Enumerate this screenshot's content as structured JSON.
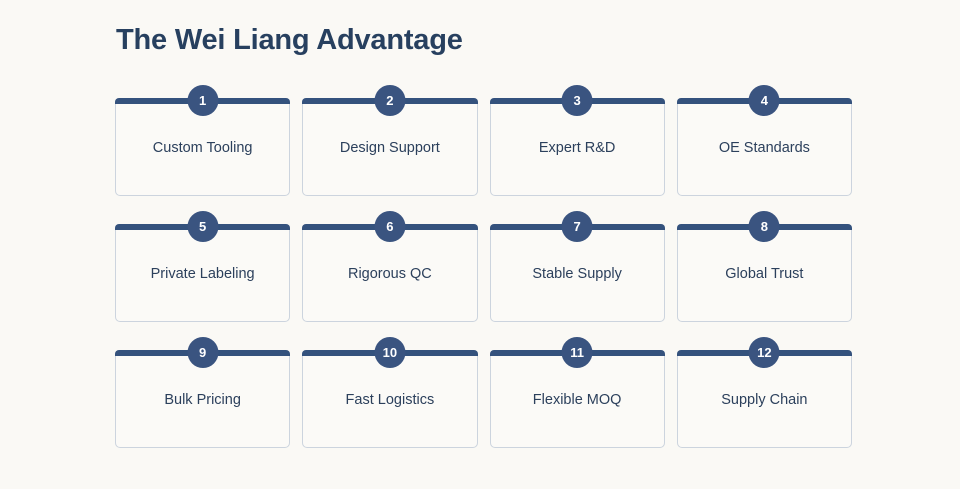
{
  "header": {
    "title": "The Wei Liang Advantage"
  },
  "theme": {
    "background": "#faf9f5",
    "accent_navy": "#34527d",
    "badge_fill": "#3a5480",
    "title_color": "#27405f",
    "label_color": "#2c405c",
    "card_border": "#ccd4de",
    "card_fill": "#fbfaf7"
  },
  "grid": {
    "columns": 4,
    "rows": 3,
    "cards": [
      {
        "number": "1",
        "label": "Custom Tooling"
      },
      {
        "number": "2",
        "label": "Design Support"
      },
      {
        "number": "3",
        "label": "Expert R&D"
      },
      {
        "number": "4",
        "label": "OE Standards"
      },
      {
        "number": "5",
        "label": "Private Labeling"
      },
      {
        "number": "6",
        "label": "Rigorous QC"
      },
      {
        "number": "7",
        "label": "Stable Supply"
      },
      {
        "number": "8",
        "label": "Global Trust"
      },
      {
        "number": "9",
        "label": "Bulk Pricing"
      },
      {
        "number": "10",
        "label": "Fast Logistics"
      },
      {
        "number": "11",
        "label": "Flexible MOQ"
      },
      {
        "number": "12",
        "label": "Supply Chain"
      }
    ]
  }
}
